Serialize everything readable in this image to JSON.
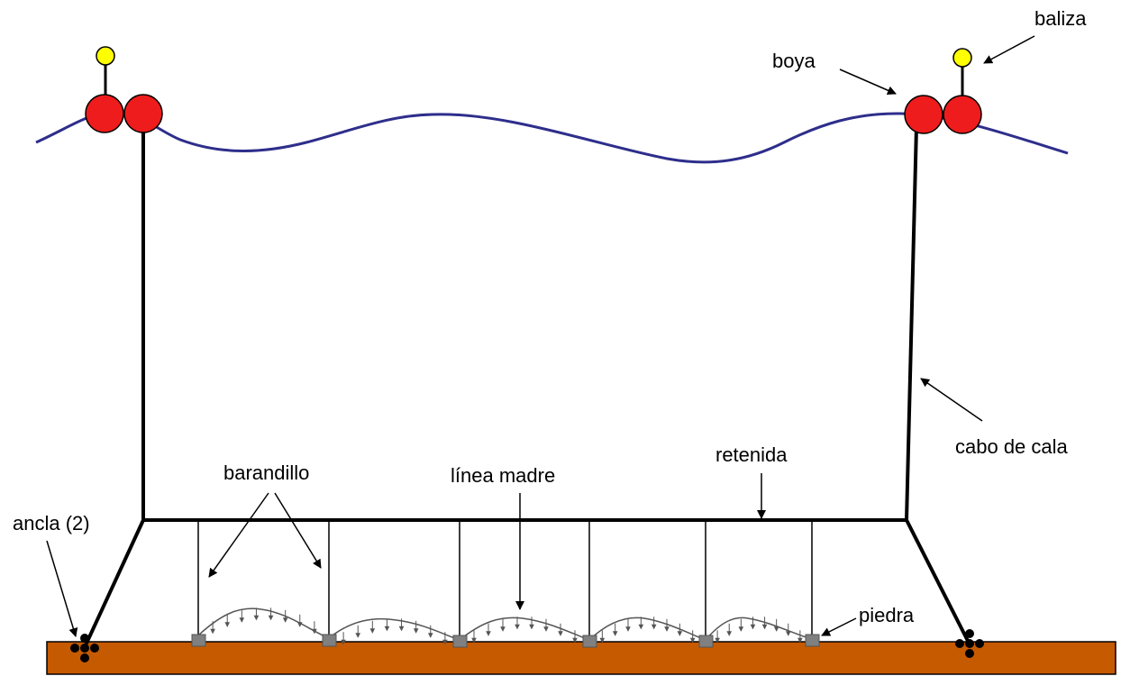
{
  "labels": {
    "baliza": "baliza",
    "boya": "boya",
    "cabo_de_cala": "cabo de cala",
    "retenida": "retenida",
    "linea_madre": "línea madre",
    "barandillo": "barandillo",
    "ancla": "ancla (2)",
    "piedra": "piedra"
  },
  "colors": {
    "sea_surface": "#2e2e8c",
    "buoy": "#ee1c1c",
    "beacon": "#ffff00",
    "seabed": "#c65a00",
    "stone": "#808080",
    "line": "#000000"
  }
}
